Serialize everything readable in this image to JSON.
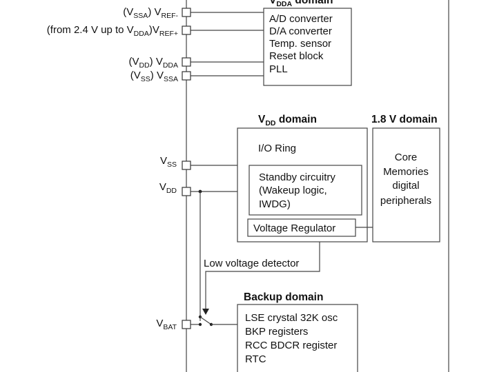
{
  "pins": {
    "vref_minus": {
      "paren_a": "(V",
      "paren_sub": "SSA",
      "paren_b": ")",
      "main": "V",
      "main_sub": "REF-"
    },
    "vref_plus": {
      "paren_a": "(from 2.4 V up to V",
      "paren_sub": "DDA",
      "paren_b": ")",
      "main": "V",
      "main_sub": "REF+"
    },
    "vdda": {
      "paren_a": "(V",
      "paren_sub": "DD",
      "paren_b": ")",
      "main": "V",
      "main_sub": "DDA"
    },
    "vssa": {
      "paren_a": "(V",
      "paren_sub": "SS",
      "paren_b": ")",
      "main": "V",
      "main_sub": "SSA"
    },
    "vss": {
      "main": "V",
      "main_sub": "SS"
    },
    "vdd": {
      "main": "V",
      "main_sub": "DD"
    },
    "vbat": {
      "main": "V",
      "main_sub": "BAT"
    }
  },
  "vdda_domain": {
    "title_main": "V",
    "title_sub": "DDA",
    "title_rest": " domain",
    "items": [
      "A/D converter",
      "D/A converter",
      "Temp. sensor",
      "Reset block",
      "PLL"
    ]
  },
  "vdd_domain": {
    "title_main": "V",
    "title_sub": "DD",
    "title_rest": " domain",
    "io_ring": "I/O Ring",
    "standby_lines": [
      "Standby circuitry",
      "(Wakeup logic,",
      "IWDG)"
    ],
    "regulator": "Voltage Regulator"
  },
  "core_domain": {
    "title": "1.8 V domain",
    "lines": [
      "Core",
      "Memories",
      "digital",
      "peripherals"
    ]
  },
  "low_voltage_detector": "Low voltage detector",
  "backup_domain": {
    "title": "Backup domain",
    "lines": [
      "LSE crystal 32K osc",
      "BKP registers",
      "RCC BDCR register",
      "RTC"
    ]
  }
}
